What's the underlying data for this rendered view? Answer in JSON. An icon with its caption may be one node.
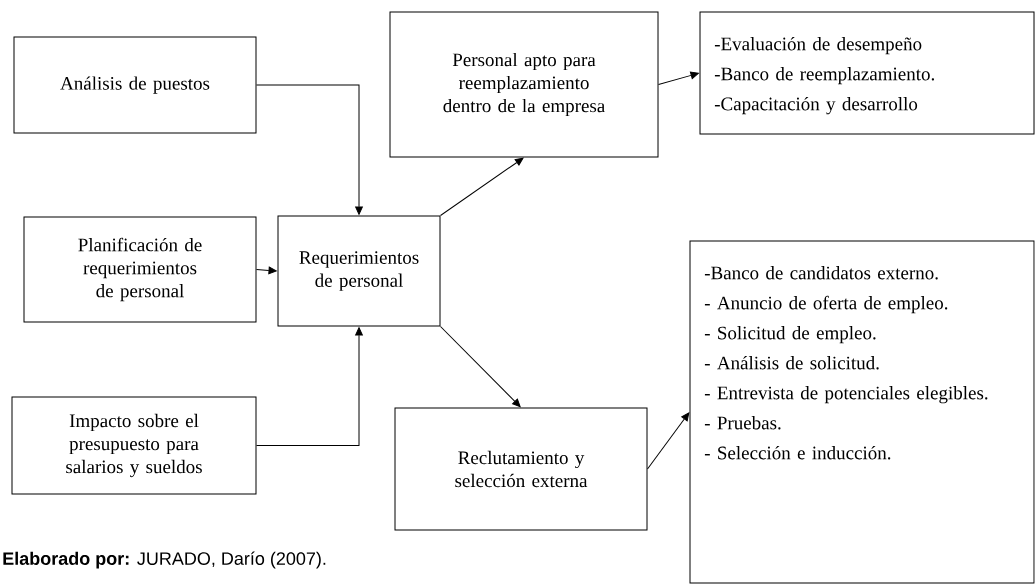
{
  "diagram": {
    "caption": "**Elaborado por:** JURADO, Darío (2007).",
    "nodes": [
      {
        "text": [
          "Análisis de puestos"
        ]
      },
      {
        "text": [
          "Planificación de requerimientos de personal"
        ]
      },
      {
        "text": [
          "Impacto sobre el presupuesto para salarios y sueldos"
        ]
      },
      {
        "text": [
          "Requerimientos de personal"
        ]
      },
      {
        "text": [
          "Personal apto para reemplazamiento dentro de la empresa"
        ]
      },
      {
        "text": [
          "-Evaluación de desempeño",
          "-Banco de reemplazamiento.",
          "-Capacitación y desarrollo"
        ]
      },
      {
        "text": [
          "Reclutamiento y selección externa"
        ]
      },
      {
        "text": [
          "-Banco de candidatos externo.",
          "- Anuncio de oferta de empleo.",
          "- Solicitud de empleo.",
          "- Análisis de solicitud.",
          "- Entrevista de potenciales elegibles.",
          "- Pruebas.",
          "- Selección e inducción."
        ]
      }
    ],
    "edges": [
      {
        "from": 0,
        "to": 3,
        "arrow": "to"
      },
      {
        "from": 1,
        "to": 3,
        "arrow": "to"
      },
      {
        "from": 2,
        "to": 3,
        "arrow": "to"
      },
      {
        "from": 3,
        "to": 4,
        "arrow": "to"
      },
      {
        "from": 3,
        "to": 6,
        "arrow": "to"
      },
      {
        "from": 4,
        "to": 5,
        "arrow": "to"
      },
      {
        "from": 6,
        "to": 7,
        "arrow": "to"
      }
    ]
  }
}
